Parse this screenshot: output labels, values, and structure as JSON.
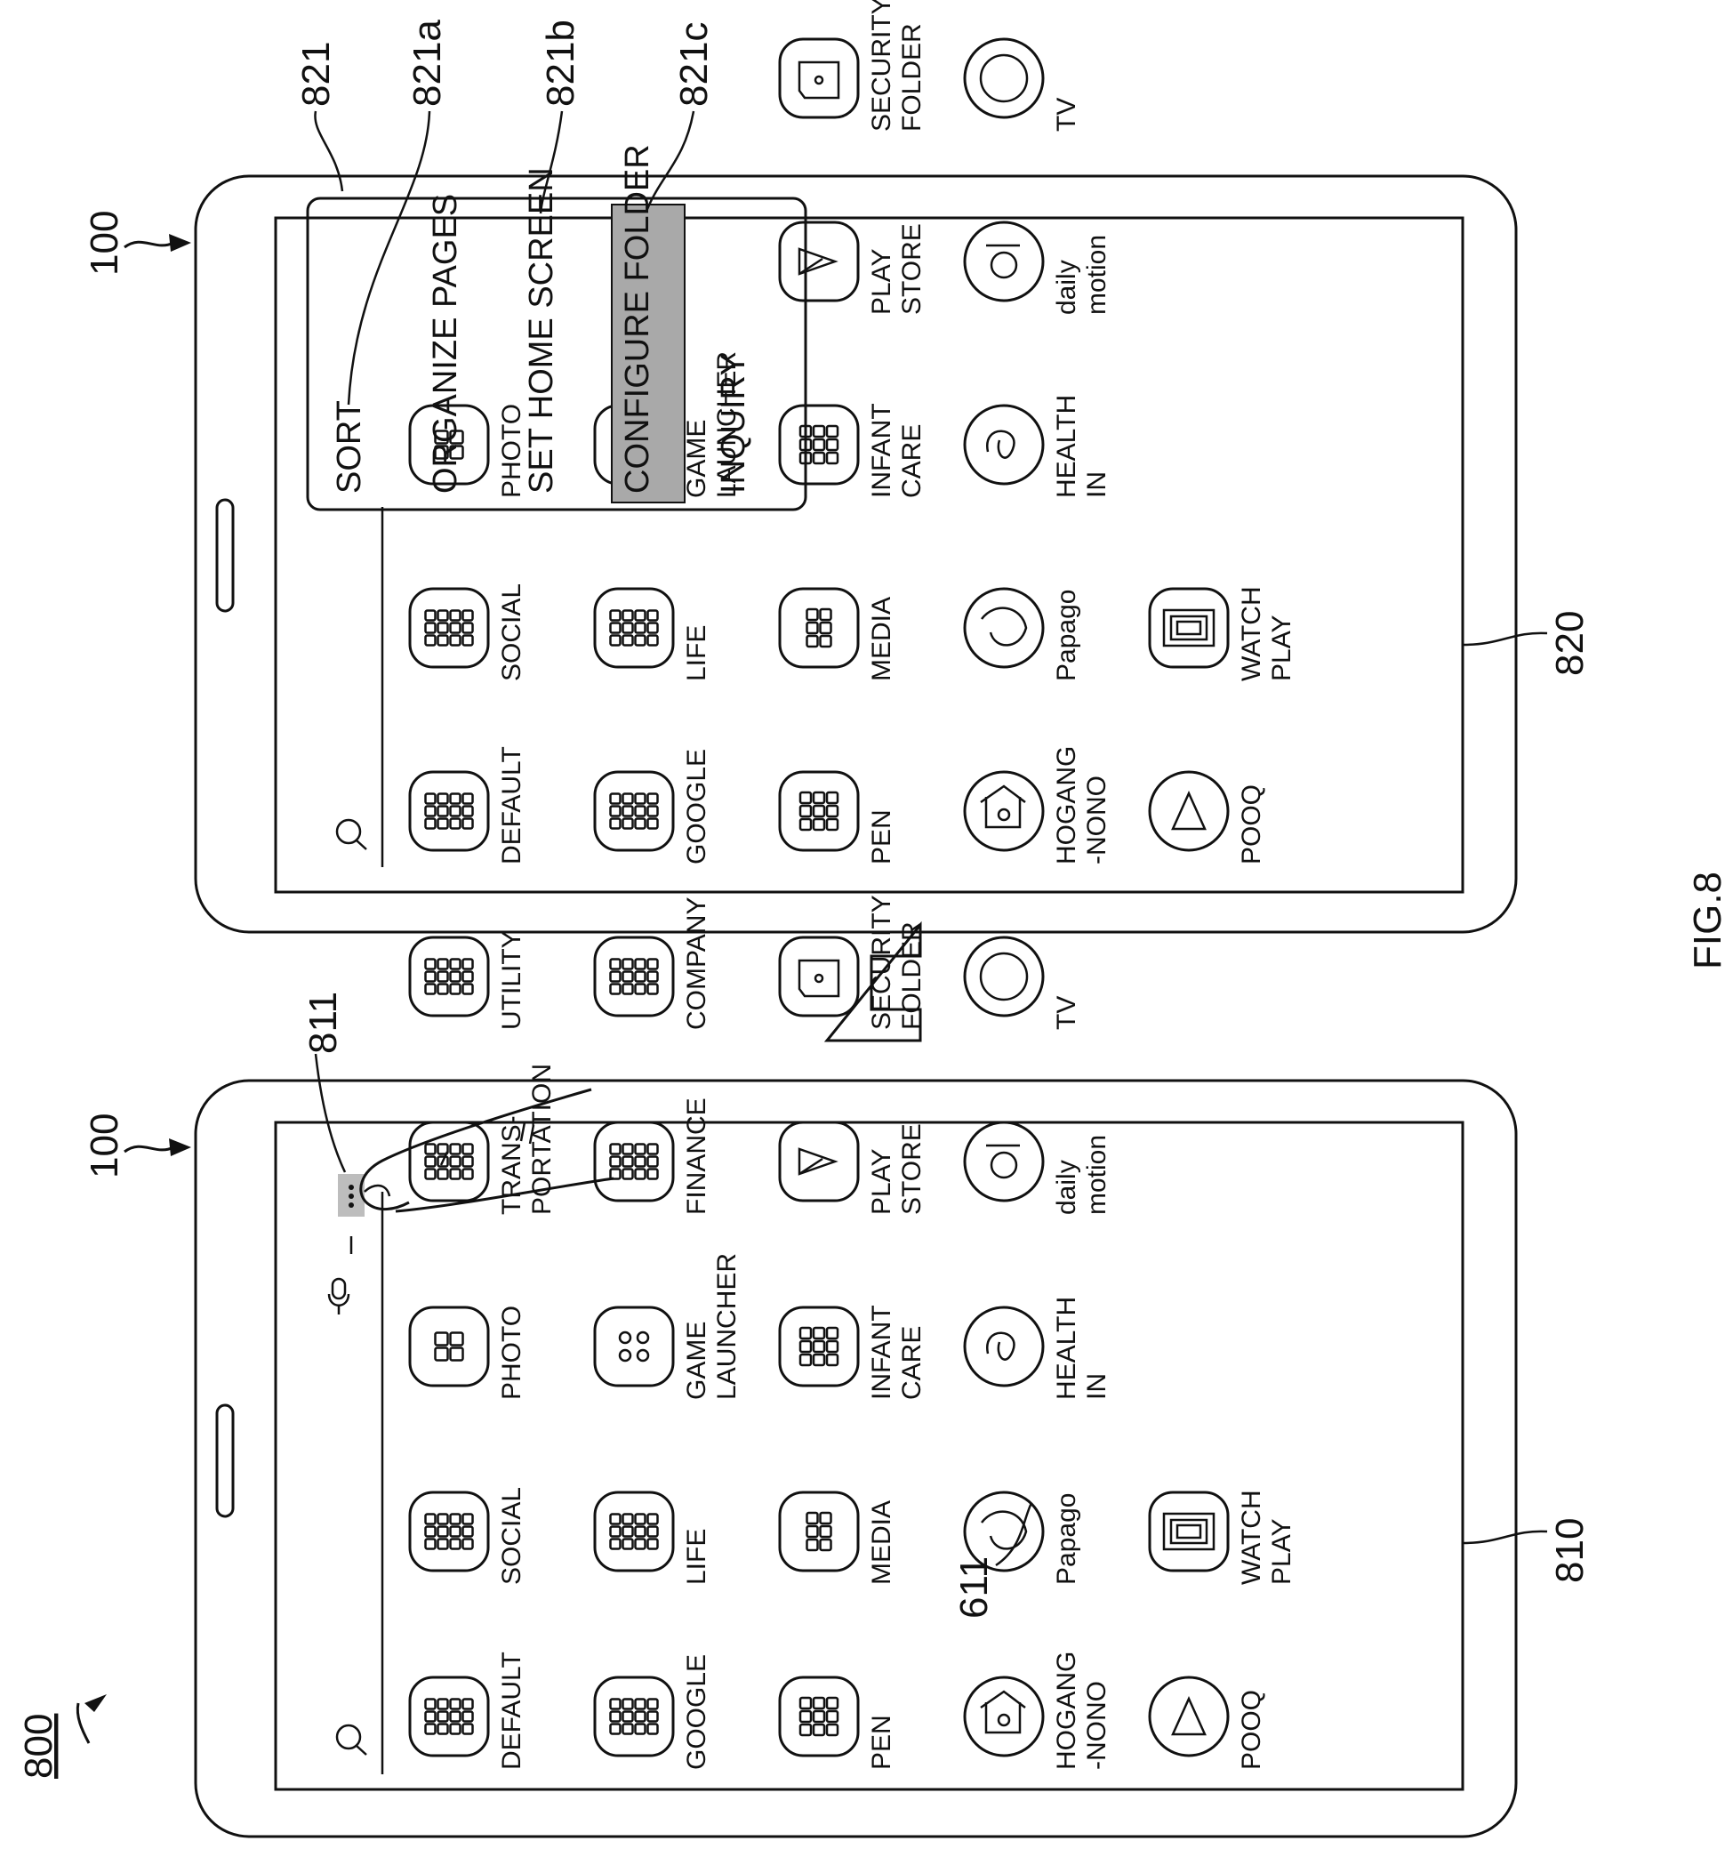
{
  "figure_number": "800",
  "figure_label": "FIG.8",
  "device_ref": "100",
  "screens": [
    {
      "ref": "810",
      "icon_ref": "611",
      "more_button_ref": "811",
      "apps": [
        [
          "DEFAULT",
          "GOOGLE",
          "PEN",
          "HOGANG\n-NONO",
          "POOQ"
        ],
        [
          "SOCIAL",
          "LIFE",
          "MEDIA",
          "Papago",
          "WATCH\nPLAY"
        ],
        [
          "PHOTO",
          "GAME\nLAUNCHER",
          "INFANT\nCARE",
          "HEALTH\nIN"
        ],
        [
          "TRANS-\nPORTATION",
          "FINANCE",
          "PLAY\nSTORE",
          "daily\nmotion"
        ],
        [
          "UTILITY",
          "COMPANY",
          "SECURITY\nFOLDER",
          "TV"
        ]
      ]
    },
    {
      "ref": "820",
      "menu_ref": "821",
      "apps": [
        [
          "DEFAULT",
          "GOOGLE",
          "PEN",
          "HOGANG\n-NONO",
          "POOQ"
        ],
        [
          "SOCIAL",
          "LIFE",
          "MEDIA",
          "Papago",
          "WATCH\nPLAY"
        ],
        [
          "PHOTO",
          "GAME\nLAUNCHER",
          "INFANT\nCARE",
          "HEALTH\nIN"
        ],
        [
          "",
          "",
          "PLAY\nSTORE",
          "daily\nmotion"
        ],
        [
          "",
          "",
          "SECURITY\nFOLDER",
          "TV"
        ]
      ],
      "menu": [
        {
          "label": "SORT",
          "ref": "821a"
        },
        {
          "label": "ORGANIZE PAGES",
          "ref": ""
        },
        {
          "label": "SET HOME SCREEN",
          "ref": "821b"
        },
        {
          "label": "CONFIGURE FOLDER",
          "ref": "821c",
          "highlighted": true
        },
        {
          "label": "INQUIRY",
          "ref": ""
        }
      ]
    }
  ],
  "colors": {
    "ink": "#111111",
    "highlight": "#a9a9a9",
    "paper": "#ffffff"
  }
}
